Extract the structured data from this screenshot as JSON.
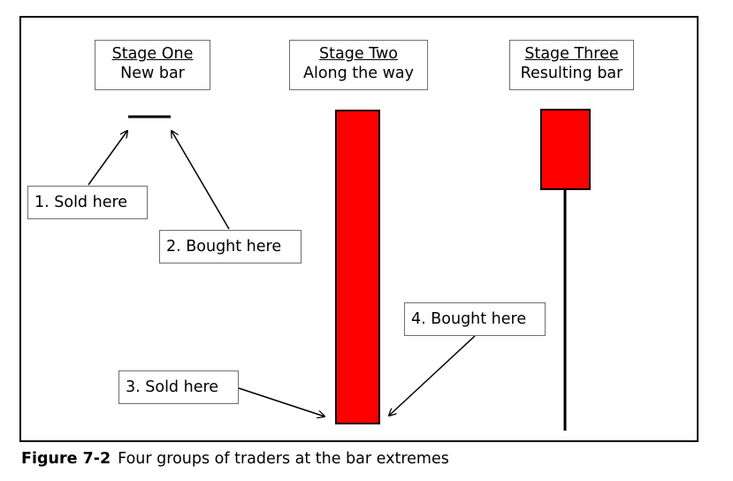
{
  "stages": [
    {
      "title": "Stage One",
      "subtitle": "New bar"
    },
    {
      "title": "Stage Two",
      "subtitle": "Along the way"
    },
    {
      "title": "Stage Three",
      "subtitle": "Resulting bar"
    }
  ],
  "labels": {
    "sold_1": "1. Sold here",
    "bought_2": "2. Bought here",
    "sold_3": "3. Sold here",
    "bought_4": "4. Bought here"
  },
  "caption": {
    "figure": "Figure 7-2",
    "text": "Four groups of traders at the bar extremes"
  },
  "colors": {
    "bar_fill": "#ff0000",
    "outline": "#000000"
  }
}
